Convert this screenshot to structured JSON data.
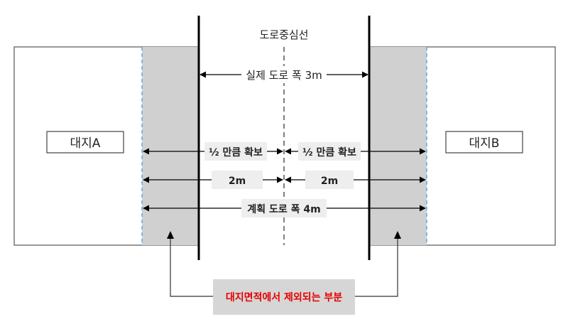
{
  "labels": {
    "centerline": "도로중심선",
    "actual_width": "실제 도로 폭 3m",
    "half_left": "½ 만큼 확보",
    "half_right": "½ 만큼 확보",
    "two_m_left": "2m",
    "two_m_right": "2m",
    "planned_width": "계획 도로 폭 4m",
    "lot_a": "대지A",
    "lot_b": "대지B",
    "excluded": "대지면적에서 제외되는 부분"
  },
  "colors": {
    "line": "#000000",
    "shade": "#d0d0d0",
    "boundary_dash": "#5aa9e6",
    "label_bg": "#eeeeee",
    "excluded_text": "#e60000",
    "excluded_bg": "#d6d6d6"
  }
}
